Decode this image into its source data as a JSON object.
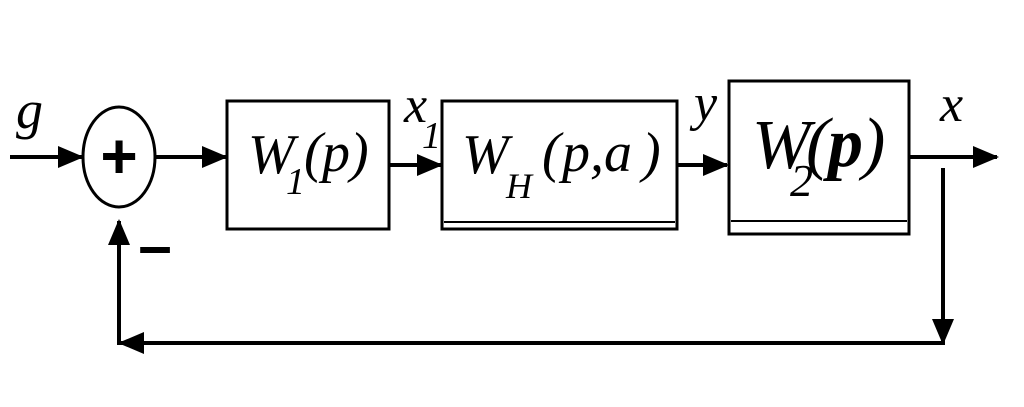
{
  "signals": {
    "input": "g",
    "x1_base": "x",
    "x1_sub": "1",
    "y": "y",
    "output": "x"
  },
  "summing_junction": {
    "plus": "+",
    "minus": "–"
  },
  "blocks": {
    "w1": {
      "base": "W",
      "sub": "1",
      "open": "(",
      "arg": "p",
      "close": ")"
    },
    "wh": {
      "base": "W",
      "sub": "H",
      "open": "(",
      "arg": "p,a",
      "close": ")"
    },
    "w2": {
      "base": "W",
      "sub": "2",
      "open": "(",
      "arg": "p",
      "close": ")"
    }
  },
  "colors": {
    "line": "#000000",
    "background": "#ffffff"
  }
}
